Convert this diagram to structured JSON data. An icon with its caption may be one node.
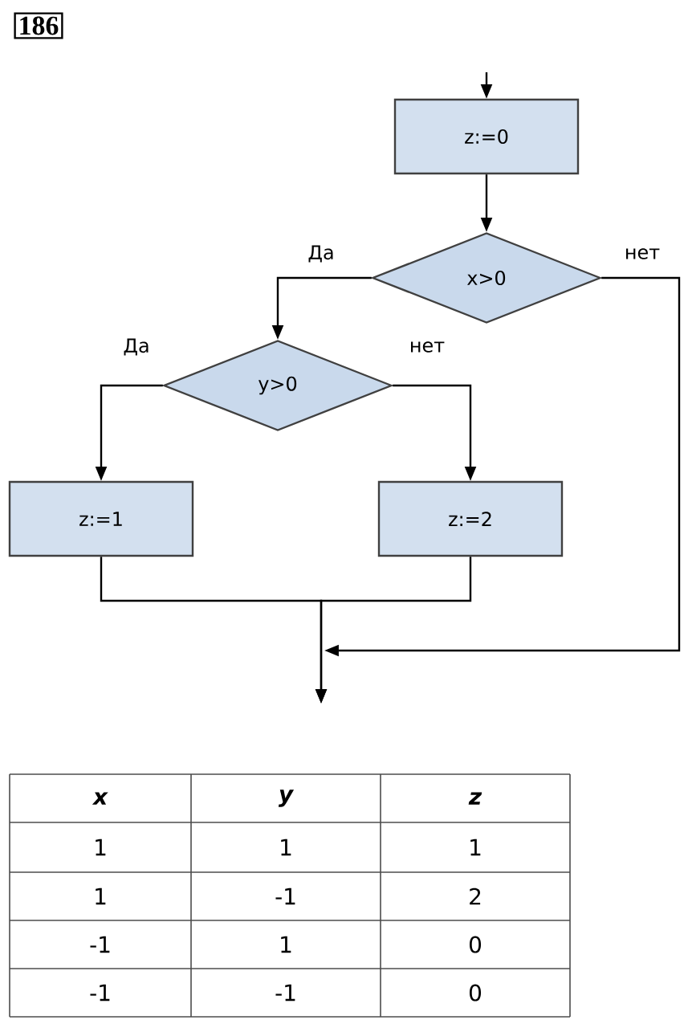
{
  "diagram": {
    "nodes": [
      {
        "text": [
          "z:=0"
        ]
      },
      {
        "text": [
          "x>0"
        ]
      },
      {
        "text": [
          "y>0"
        ]
      },
      {
        "text": [
          "z:=1"
        ]
      },
      {
        "text": [
          "z:=2"
        ]
      }
    ],
    "edges": [
      {
        "from": null,
        "to": 0,
        "arrow": "to"
      },
      {
        "from": 0,
        "to": 1,
        "arrow": "to"
      },
      {
        "from": 1,
        "to": 2,
        "arrow": "to",
        "label": "Да"
      },
      {
        "from": 2,
        "to": 3,
        "arrow": "to",
        "label": "Да"
      },
      {
        "from": 2,
        "to": 4,
        "arrow": "to",
        "label": "нет"
      },
      {
        "from": 3,
        "to": null,
        "arrow": "to"
      },
      {
        "from": 4,
        "to": null,
        "arrow": "to"
      },
      {
        "from": 1,
        "to": null,
        "arrow": "to",
        "label": "нет"
      }
    ],
    "labels": [
      "186",
      "x",
      "y",
      "z",
      "1",
      "1",
      "1",
      "1",
      "-1",
      "2",
      "-1",
      "1",
      "0",
      "-1",
      "-1",
      "0"
    ]
  }
}
